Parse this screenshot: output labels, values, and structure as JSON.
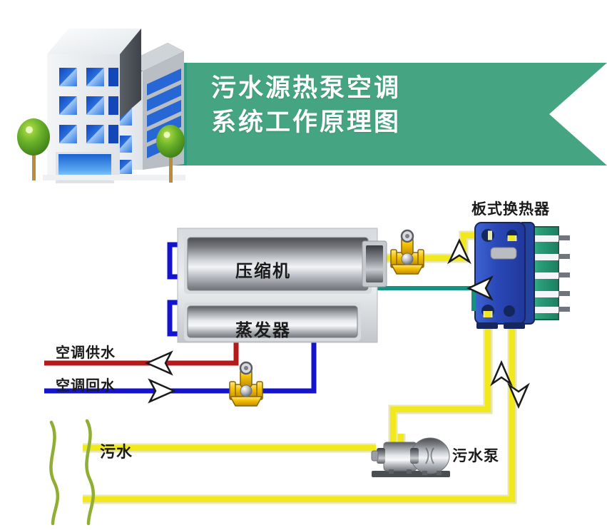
{
  "page": {
    "title_line1": "污水源热泵空调",
    "title_line2": "系统工作原理图",
    "banner_color": "#45a583",
    "banner_color_dark": "#2e9a84",
    "background": "#ffffff"
  },
  "illustration": {
    "building_name": "office-building-illustration",
    "tree_left": "tree-icon",
    "tree_right": "tree-icon",
    "window_color": "#1f63d6",
    "wall_color": "#e9ecef"
  },
  "equipment": {
    "compressor": {
      "label": "压缩机",
      "name": "compressor-vessel"
    },
    "evaporator": {
      "label": "蒸发器",
      "name": "evaporator-vessel"
    },
    "plate_heat_exchanger": {
      "label": "板式换热器",
      "name": "plate-heat-exchanger",
      "body_color": "#2f57c4",
      "plate_color": "#2aa07a",
      "plate_bands": 5
    },
    "sewage_pump": {
      "label": "污水泵",
      "name": "sewage-pump"
    },
    "valve_ac": {
      "label": "",
      "name": "circulation-pump-valve-ac"
    },
    "valve_sewage": {
      "label": "",
      "name": "circulation-pump-valve-sewage"
    }
  },
  "pipes": {
    "ac_supply": {
      "label": "空调供水",
      "color": "#b51a1a",
      "direction": "left"
    },
    "ac_return": {
      "label": "空调回水",
      "color": "#1414cc",
      "direction": "right"
    },
    "refrigerant": {
      "label": "",
      "color": "#1414cc"
    },
    "sewage_loop": {
      "label": "",
      "color": "#f2e81e"
    },
    "heat_medium": {
      "label": "",
      "color": "#179184"
    }
  },
  "water_body": {
    "label": "污水",
    "bank_color": "#8fae33"
  }
}
